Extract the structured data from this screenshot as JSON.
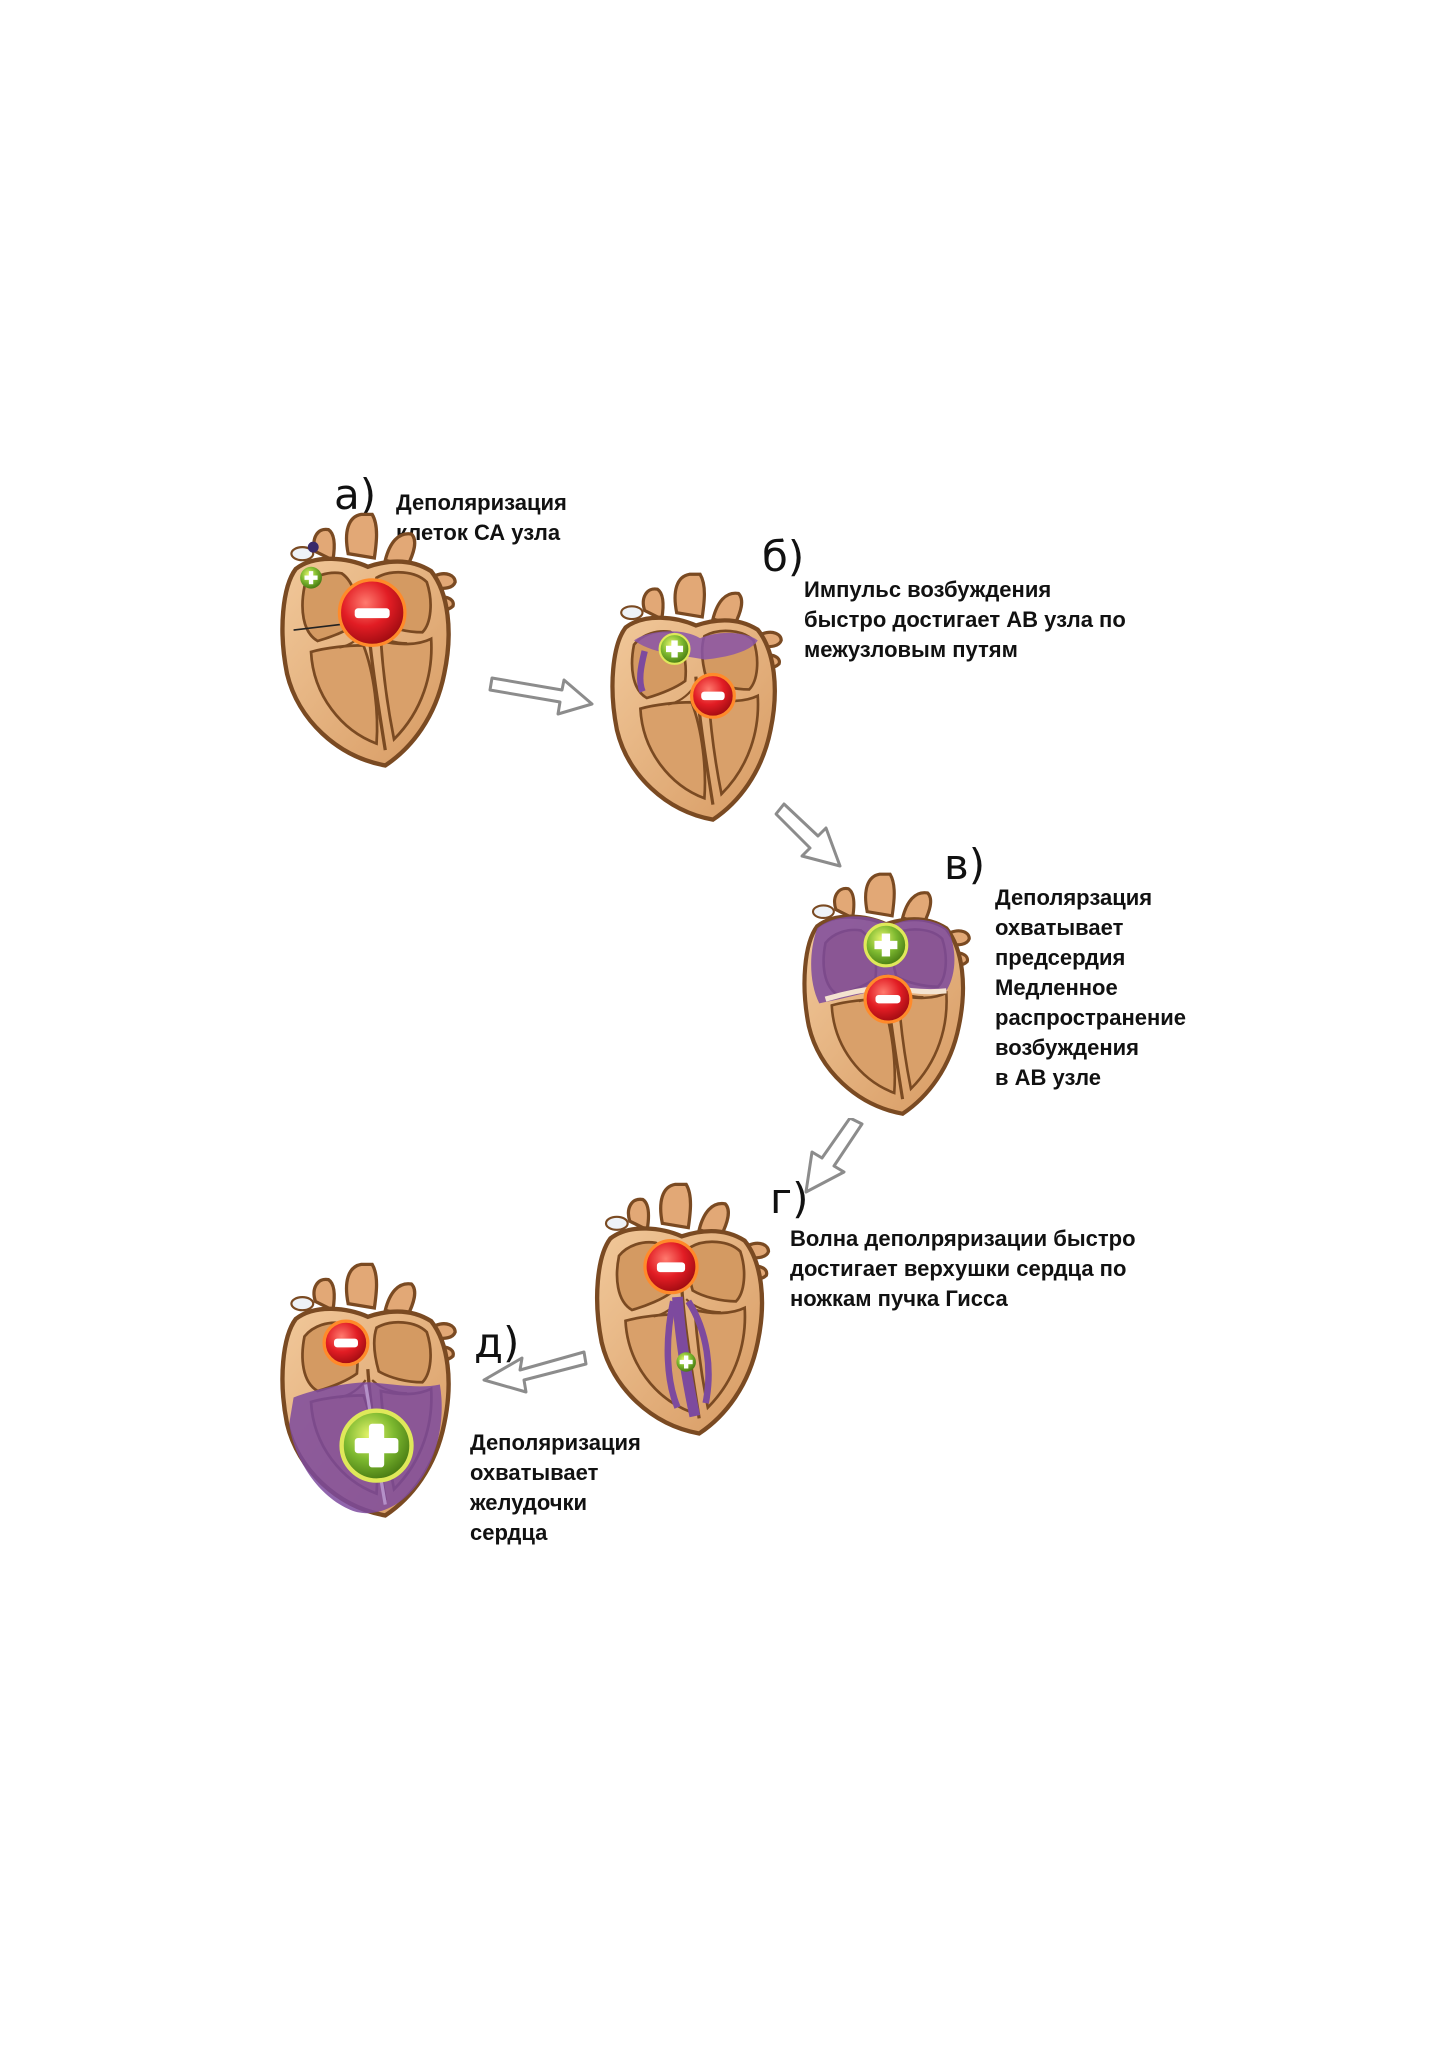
{
  "colors": {
    "heart_fill": "#e7b482",
    "heart_shade": "#c98d57",
    "heart_outline": "#7a4a22",
    "purple": "#7d4a9e",
    "purple_light": "#b490c8",
    "minus_red": "#e21d24",
    "plus_green": "#7cb82f",
    "arrow_stroke": "#8c8c8c"
  },
  "stages": [
    {
      "letter": "а)",
      "caption": [
        "Деполяризация",
        "клеток СА узла"
      ],
      "signs": [
        "minus-icon",
        "plus-icon"
      ]
    },
    {
      "letter": "б)",
      "caption": [
        "Импульс возбуждения",
        "быстро достигает АВ узла по",
        "межузловым путям"
      ],
      "signs": [
        "minus-icon",
        "plus-icon"
      ]
    },
    {
      "letter": "в)",
      "caption": [
        "Деполярзация",
        "охватывает",
        "предсердия",
        "Медленное",
        "распространение",
        "возбуждения",
        "в АВ узле"
      ],
      "signs": [
        "minus-icon",
        "plus-icon"
      ]
    },
    {
      "letter": "г)",
      "caption": [
        "Волна деполряризации быстро",
        "достигает верхушки сердца по",
        "ножкам пучка Гисса"
      ],
      "signs": [
        "minus-icon",
        "plus-icon"
      ]
    },
    {
      "letter": "д)",
      "caption": [
        "Деполяризация",
        "охватывает",
        "желудочки",
        "сердца"
      ],
      "signs": [
        "minus-icon",
        "plus-icon"
      ]
    }
  ]
}
